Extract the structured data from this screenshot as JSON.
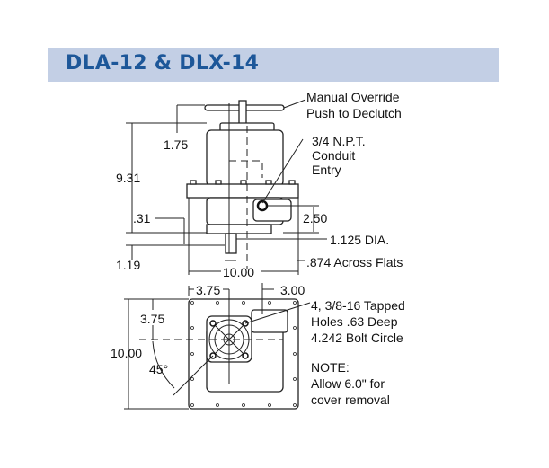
{
  "header": {
    "title": "DLA-12 & DLX-14",
    "band_color": "#c3cfe5",
    "title_color": "#1d5799"
  },
  "side_view": {
    "manual_override": [
      "Manual Override",
      "Push to Declutch"
    ],
    "conduit": [
      "3/4 N.P.T.",
      "Conduit",
      "Entry"
    ],
    "dim_175": "1.75",
    "dim_931": "9.31",
    "dim_031": ".31",
    "dim_250": "2.50",
    "dim_1125": "1.125 DIA.",
    "dim_119": "1.19",
    "dim_874": ".874 Across Flats",
    "dim_width": "10.00"
  },
  "bottom_view": {
    "dim_375_h": "3.75",
    "dim_300": "3.00",
    "dim_375_v": "3.75",
    "dim_height": "10.00",
    "angle": "45°",
    "tapped_holes": [
      "4, 3/8-16 Tapped",
      "Holes .63 Deep",
      "4.242 Bolt Circle"
    ],
    "note": [
      "NOTE:",
      "Allow 6.0\" for",
      "cover removal"
    ]
  }
}
